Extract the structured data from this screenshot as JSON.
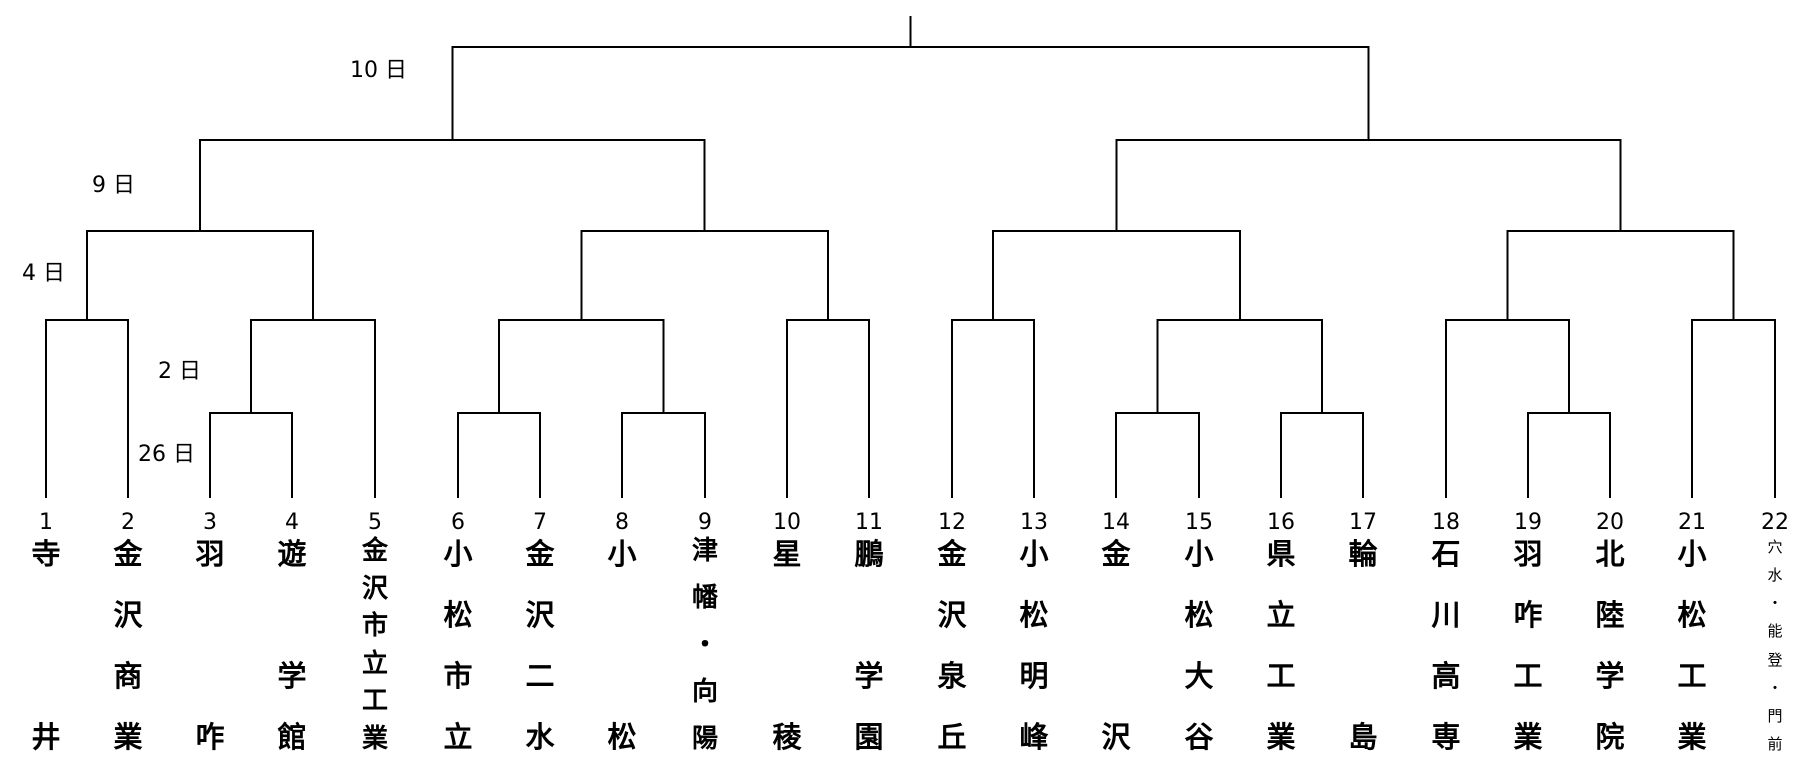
{
  "rounds": [
    {
      "label": "10 日"
    },
    {
      "label": "9 日"
    },
    {
      "label": "4 日"
    },
    {
      "label": "2 日"
    },
    {
      "label": "26 日"
    }
  ],
  "entries": [
    {
      "num": "1",
      "name": [
        "寺",
        "",
        "",
        "井"
      ]
    },
    {
      "num": "2",
      "name": [
        "金",
        "沢",
        "商",
        "業"
      ]
    },
    {
      "num": "3",
      "name": [
        "羽",
        "",
        "",
        "咋"
      ]
    },
    {
      "num": "4",
      "name": [
        "遊",
        "",
        "学",
        "館"
      ]
    },
    {
      "num": "5",
      "name": [
        "金",
        "沢",
        "市",
        "立",
        "工",
        "業"
      ]
    },
    {
      "num": "6",
      "name": [
        "小",
        "松",
        "市",
        "立"
      ]
    },
    {
      "num": "7",
      "name": [
        "金",
        "沢",
        "二",
        "水"
      ]
    },
    {
      "num": "8",
      "name": [
        "小",
        "",
        "",
        "松"
      ]
    },
    {
      "num": "9",
      "name": [
        "津",
        "幡",
        "・",
        "向",
        "陽"
      ]
    },
    {
      "num": "10",
      "name": [
        "星",
        "",
        "",
        "稜"
      ]
    },
    {
      "num": "11",
      "name": [
        "鵬",
        "",
        "学",
        "園"
      ]
    },
    {
      "num": "12",
      "name": [
        "金",
        "沢",
        "泉",
        "丘"
      ]
    },
    {
      "num": "13",
      "name": [
        "小",
        "松",
        "明",
        "峰"
      ]
    },
    {
      "num": "14",
      "name": [
        "金",
        "",
        "",
        "沢"
      ]
    },
    {
      "num": "15",
      "name": [
        "小",
        "松",
        "大",
        "谷"
      ]
    },
    {
      "num": "16",
      "name": [
        "県",
        "立",
        "工",
        "業"
      ]
    },
    {
      "num": "17",
      "name": [
        "輪",
        "",
        "",
        "島"
      ]
    },
    {
      "num": "18",
      "name": [
        "石",
        "川",
        "高",
        "専"
      ]
    },
    {
      "num": "19",
      "name": [
        "羽",
        "咋",
        "工",
        "業"
      ]
    },
    {
      "num": "20",
      "name": [
        "北",
        "陸",
        "学",
        "院"
      ]
    },
    {
      "num": "21",
      "name": [
        "小",
        "松",
        "工",
        "業"
      ]
    },
    {
      "num": "22",
      "name": [
        "穴",
        "水",
        "・",
        "能",
        "登",
        "・",
        "門",
        "前"
      ]
    }
  ]
}
